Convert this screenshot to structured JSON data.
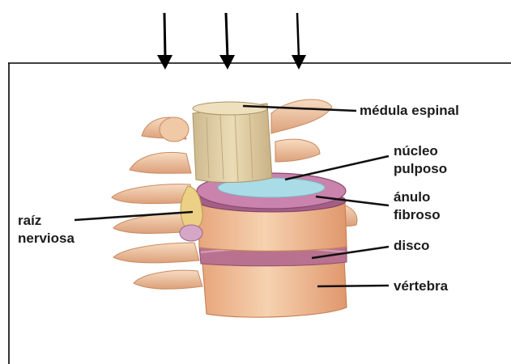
{
  "labels": {
    "medula_espinal": "médula espinal",
    "nucleo_pulposo_line1": "núcleo",
    "nucleo_pulposo_line2": "pulposo",
    "anulo_fibroso_line1": "ánulo",
    "anulo_fibroso_line2": "fibroso",
    "disco": "disco",
    "vertebra": "vértebra",
    "raiz_nerviosa_line1": "raíz",
    "raiz_nerviosa_line2": "nerviosa"
  },
  "arrows": {
    "count": 3,
    "direction": "down"
  },
  "colors": {
    "bone": "#f0c5a0",
    "bone_shadow": "#d9946a",
    "spinal_cord": "#e2d0a6",
    "nucleus": "#9ad3df",
    "annulus": "#c06e9f",
    "disc_band": "#b36c8c",
    "nerve_root": "#ead08a",
    "text": "#1c1c1c"
  }
}
